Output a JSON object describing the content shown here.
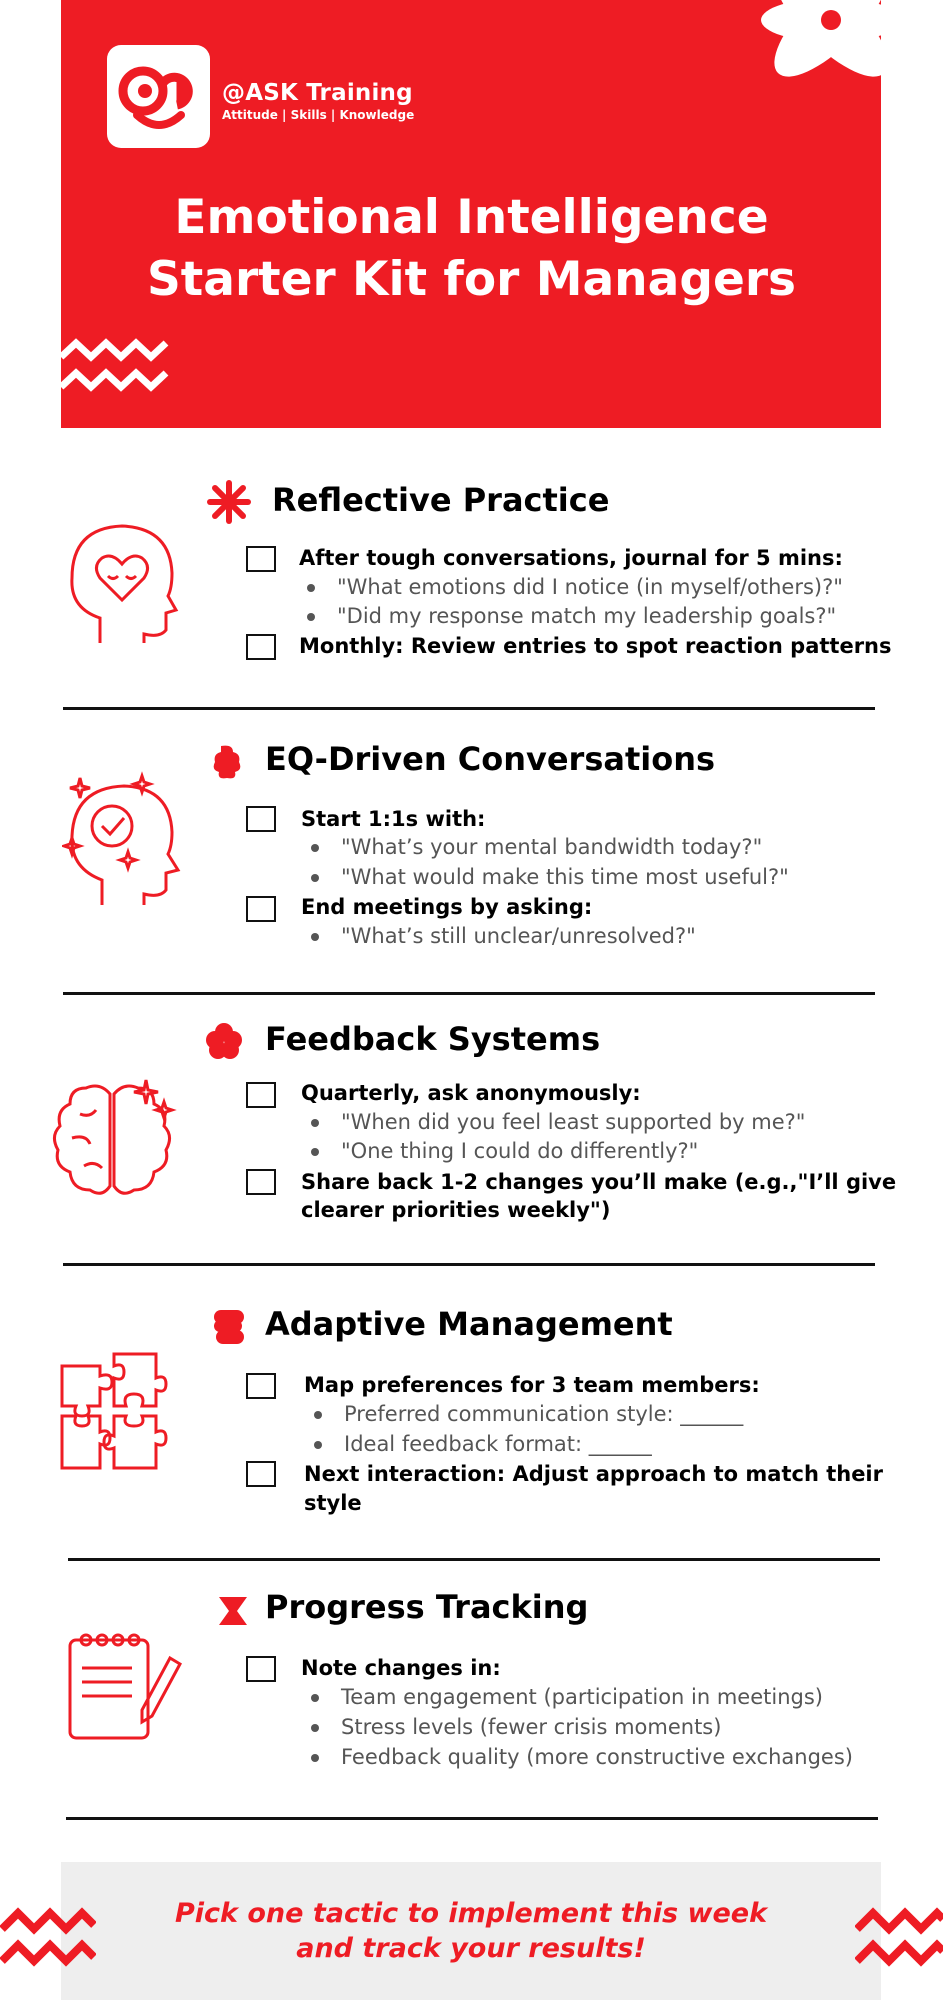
{
  "brand": {
    "name": "@ASK Training",
    "tagline": "Attitude | Skills | Knowledge"
  },
  "title": {
    "line1": "Emotional Intelligence",
    "line2": "Starter Kit for Managers"
  },
  "sections": [
    {
      "title": "Reflective Practice",
      "icon": "heart-head-icon",
      "items": [
        {
          "text": "After tough conversations, journal for 5 mins:",
          "bullets": [
            "\"What emotions did I notice (in myself/others)?\"",
            "\"Did my response match my leadership goals?\""
          ]
        },
        {
          "text": "Monthly: Review entries to spot reaction patterns",
          "bullets": []
        }
      ]
    },
    {
      "title": "EQ-Driven Conversations",
      "icon": "check-head-icon",
      "items": [
        {
          "text": "Start 1:1s with:",
          "bullets": [
            "\"What’s your mental bandwidth today?\"",
            "\"What would make this time most useful?\""
          ]
        },
        {
          "text": "End meetings by asking:",
          "bullets": [
            "\"What’s still unclear/unresolved?\""
          ]
        }
      ]
    },
    {
      "title": "Feedback Systems",
      "icon": "brain-icon",
      "items": [
        {
          "text": "Quarterly, ask anonymously:",
          "bullets": [
            "\"When did you feel least supported by me?\"",
            "\"One thing I could do differently?\""
          ]
        },
        {
          "text_line1": "Share back 1-2 changes you’ll make (e.g.,\"I’ll give",
          "text_line2": "clearer priorities weekly\")",
          "bullets": []
        }
      ]
    },
    {
      "title": "Adaptive Management",
      "icon": "puzzle-icon",
      "items": [
        {
          "text": "Map preferences for 3 team members:",
          "bullets": [
            "Preferred communication style: ______",
            "Ideal feedback format: ______"
          ]
        },
        {
          "text_line1": "Next interaction: Adjust approach to match their",
          "text_line2": "style",
          "bullets": []
        }
      ]
    },
    {
      "title": "Progress Tracking",
      "icon": "notepad-pen-icon",
      "items": [
        {
          "text": "Note changes in:",
          "bullets": [
            "Team engagement (participation in meetings)",
            "Stress levels (fewer crisis moments)",
            "Feedback quality (more constructive exchanges)"
          ]
        }
      ]
    }
  ],
  "footer": {
    "line1": "Pick one tactic to implement this week",
    "line2": "and track your results!"
  },
  "colors": {
    "accent": "#ee1c24",
    "text": "#000000",
    "muted": "#555555",
    "footer_bg": "#eeeeee"
  }
}
